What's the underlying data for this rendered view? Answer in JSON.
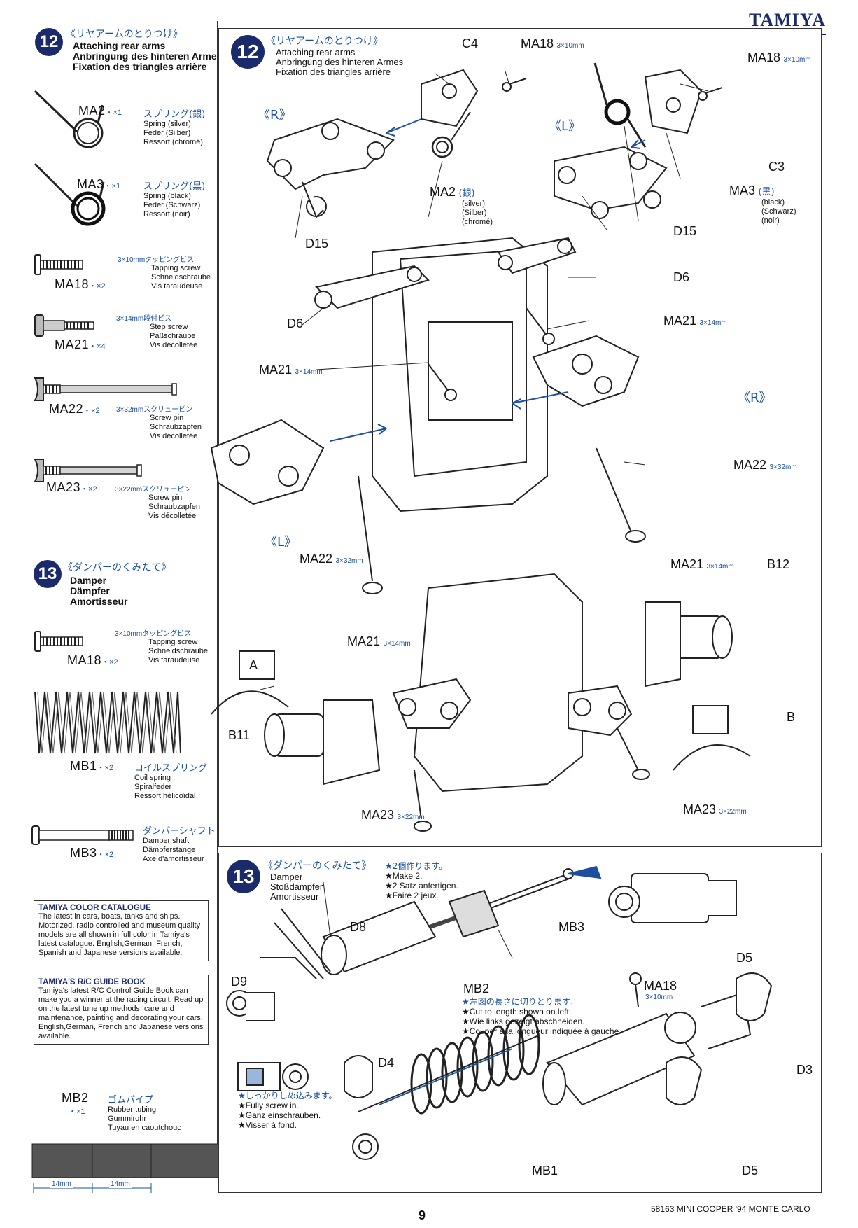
{
  "header": {
    "brand": "TAMIYA"
  },
  "left": {
    "step12": {
      "num": "12",
      "jp": "《リヤアームのとりつけ》",
      "en": "Attaching rear arms",
      "de": "Anbringung des hinteren Armes",
      "fr": "Fixation des triangles arrière"
    },
    "parts12": [
      {
        "code": "MA2",
        "qty": "・×1",
        "jp": "スプリング(銀)",
        "l1": "Spring (silver)",
        "l2": "Feder (Silber)",
        "l3": "Ressort (chromé)"
      },
      {
        "code": "MA3",
        "qty": "・×1",
        "jp": "スプリング(黒)",
        "l1": "Spring (black)",
        "l2": "Feder (Schwarz)",
        "l3": "Ressort (noir)"
      },
      {
        "code": "MA18",
        "qty": "・×2",
        "jp": "3×10mmタッピングビス",
        "l1": "Tapping screw",
        "l2": "Schneidschraube",
        "l3": "Vis taraudeuse"
      },
      {
        "code": "MA21",
        "qty": "・×4",
        "jp": "3×14mm段付ビス",
        "l1": "Step screw",
        "l2": "Paßschraube",
        "l3": "Vis décolletée"
      },
      {
        "code": "MA22",
        "qty": "・×2",
        "jp": "3×32mmスクリューピン",
        "l1": "Screw pin",
        "l2": "Schraubzapfen",
        "l3": "Vis décolletée"
      },
      {
        "code": "MA23",
        "qty": "・×2",
        "jp": "3×22mmスクリューピン",
        "l1": "Screw pin",
        "l2": "Schraubzapfen",
        "l3": "Vis décolletée"
      }
    ],
    "step13": {
      "num": "13",
      "jp": "《ダンパーのくみたて》",
      "en": "Damper",
      "de": "Dämpfer",
      "fr": "Amortisseur"
    },
    "parts13": [
      {
        "code": "MA18",
        "qty": "・×2",
        "jp": "3×10mmタッピングビス",
        "l1": "Tapping screw",
        "l2": "Schneidschraube",
        "l3": "Vis taraudeuse"
      },
      {
        "code": "MB1",
        "qty": "・×2",
        "jp": "コイルスプリング",
        "l1": "Coil spring",
        "l2": "Spiralfeder",
        "l3": "Ressort hélicoïdal"
      },
      {
        "code": "MB3",
        "qty": "・×2",
        "jp": "ダンパーシャフト",
        "l1": "Damper shaft",
        "l2": "Dämpferstange",
        "l3": "Axe d'amortisseur"
      }
    ],
    "catalogue": {
      "title": "TAMIYA COLOR CATALOGUE",
      "body": "The latest in cars, boats, tanks and ships. Motorized, radio controlled and museum quality models are all shown in full color in Tamiya's latest catalogue. English,German, French, Spanish and Japanese versions available."
    },
    "guidebook": {
      "title": "TAMIYA'S R/C GUIDE BOOK",
      "body": "Tamiya's latest R/C Control Guide Book can make you a winner at the racing circuit. Read up on the latest tune up methods, care and maintenance, painting and decorating your cars. English,German, French and Japanese versions available."
    },
    "tubing": {
      "code": "MB2",
      "qty": "・×1",
      "jp": "ゴムパイプ",
      "l1": "Rubber tubing",
      "l2": "Gummirohr",
      "l3": "Tuyau en caoutchouc",
      "dim1": "14mm",
      "dim2": "14mm"
    }
  },
  "panel12": {
    "num": "12",
    "jp": "《リヤアームのとりつけ》",
    "en": "Attaching rear arms",
    "de": "Anbringung des hinteren Armes",
    "fr": "Fixation des triangles arrière",
    "labels": {
      "c4": "C4",
      "ma18a": "MA18",
      "ma18a_spec": "3×10mm",
      "ma18b": "MA18",
      "ma18b_spec": "3×10mm",
      "r1": "《R》",
      "l1": "《L》",
      "ma2": "MA2",
      "ma2_jp": "(銀)",
      "ma2_1": "(silver)",
      "ma2_2": "(Silber)",
      "ma2_3": "(chromé)",
      "ma3": "MA3",
      "ma3_jp": "(黒)",
      "ma3_1": "(black)",
      "ma3_2": "(Schwarz)",
      "ma3_3": "(noir)",
      "c3": "C3",
      "d15a": "D15",
      "d15b": "D15",
      "d6a": "D6",
      "d6b": "D6",
      "ma21a": "MA21",
      "ma21a_spec": "3×14mm",
      "ma21b": "MA21",
      "ma21b_spec": "3×14mm",
      "r2": "《R》",
      "l2": "《L》",
      "ma22a": "MA22",
      "ma22a_spec": "3×32mm",
      "ma22b": "MA22",
      "ma22b_spec": "3×32mm",
      "ma21c": "MA21",
      "ma21c_spec": "3×14mm",
      "ma21d": "MA21",
      "ma21d_spec": "3×14mm",
      "b12": "B12",
      "b11": "B11",
      "a": "A",
      "b": "B",
      "ma23a": "MA23",
      "ma23a_spec": "3×22mm",
      "ma23b": "MA23",
      "ma23b_spec": "3×22mm"
    }
  },
  "panel13": {
    "num": "13",
    "jp": "《ダンパーのくみたて》",
    "en": "Damper",
    "de": "Stoßdämpfer",
    "fr": "Amortisseur",
    "make_jp": "★2個作ります。",
    "make_en": "★Make 2.",
    "make_de": "★2 Satz anfertigen.",
    "make_fr": "★Faire 2 jeux.",
    "labels": {
      "d8": "D8",
      "mb3": "MB3",
      "d5a": "D5",
      "d9": "D9",
      "mb2": "MB2",
      "ma18": "MA18",
      "ma18_spec": "3×10mm",
      "d4": "D4",
      "d3": "D3",
      "mb1": "MB1",
      "d5b": "D5"
    },
    "cut_jp": "★左図の長さに切りとります。",
    "cut_en": "★Cut to length shown on left.",
    "cut_de": "★Wie links gezeigt abschneiden.",
    "cut_fr": "★Couper à la longueur indiquée à gauche.",
    "screw_jp": "★しっかりしめ込みます。",
    "screw_en": "★Fully screw in.",
    "screw_de": "★Ganz einschrauben.",
    "screw_fr": "★Visser à fond."
  },
  "footer": {
    "page": "9",
    "model": "58163 MINI COOPER '94 MONTE CARLO"
  },
  "colors": {
    "accent": "#1b2a6b",
    "blue_text": "#1b4fa0"
  }
}
